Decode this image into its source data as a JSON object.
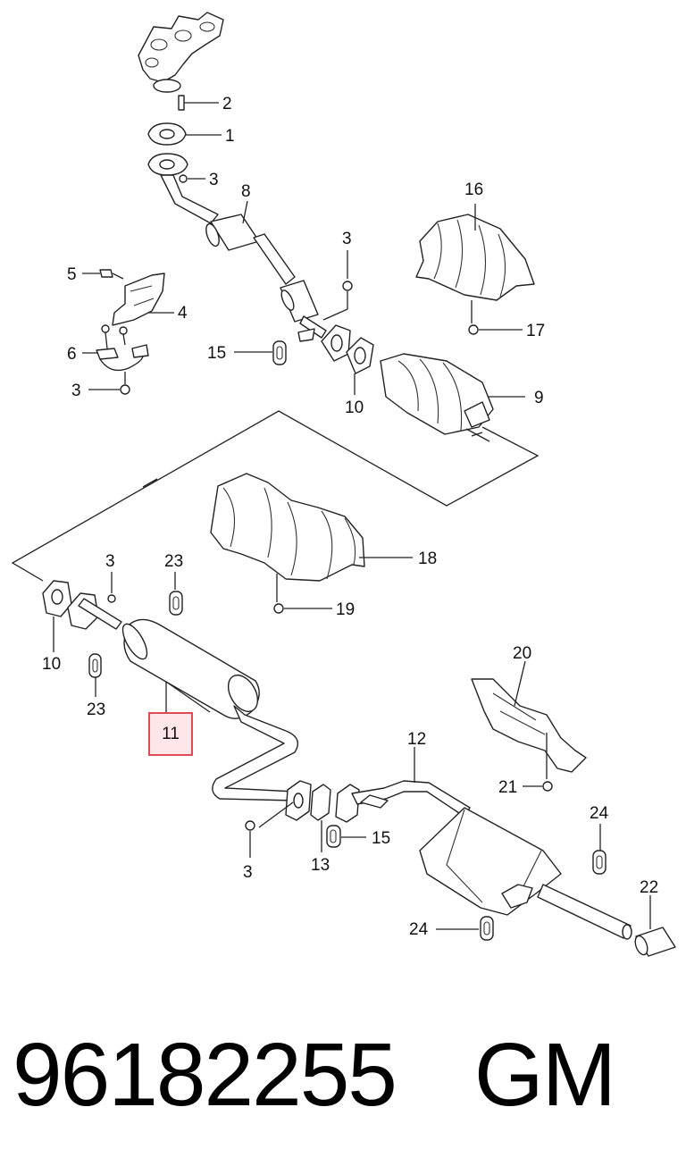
{
  "diagram": {
    "labels": {
      "p1": "1",
      "p2": "2",
      "p3a": "3",
      "p3b": "3",
      "p3c": "3",
      "p3d": "3",
      "p3e": "3",
      "p4": "4",
      "p5": "5",
      "p6": "6",
      "p8": "8",
      "p9": "9",
      "p10a": "10",
      "p10b": "10",
      "p11": "11",
      "p12": "12",
      "p13": "13",
      "p15a": "15",
      "p15b": "15",
      "p16": "16",
      "p17": "17",
      "p18": "18",
      "p19": "19",
      "p20": "20",
      "p21": "21",
      "p22": "22",
      "p23a": "23",
      "p23b": "23",
      "p24a": "24",
      "p24b": "24"
    },
    "highlighted_part": "11"
  },
  "footer": {
    "part_number": "96182255",
    "brand": "GM"
  },
  "colors": {
    "highlight_border": "#e04a55",
    "highlight_fill": "#ffd2d7",
    "line": "#222222"
  }
}
